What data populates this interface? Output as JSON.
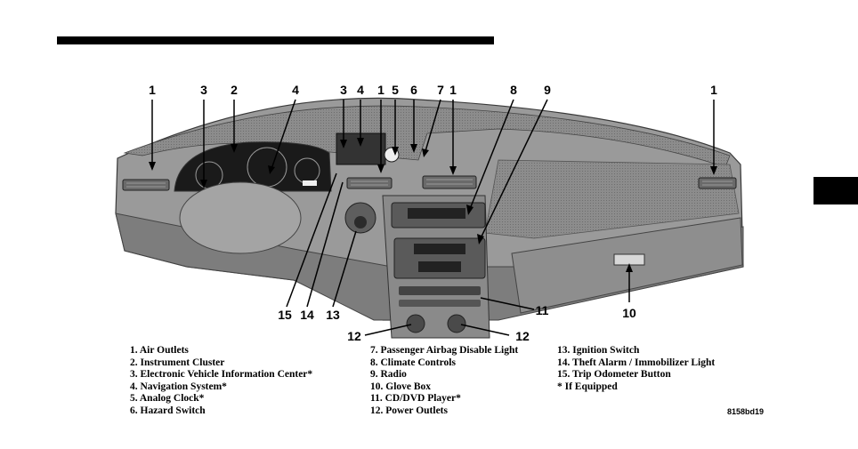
{
  "figure": {
    "callouts": [
      "1",
      "3",
      "2",
      "4",
      "3",
      "4",
      "1",
      "5",
      "6",
      "7",
      "1",
      "8",
      "9",
      "1",
      "15",
      "14",
      "13",
      "11",
      "10",
      "12",
      "12"
    ],
    "code": "8158bd19"
  },
  "legend": {
    "col1": [
      "1. Air Outlets",
      "2. Instrument Cluster",
      "3. Electronic Vehicle Information Center*",
      "4. Navigation System*",
      "5. Analog Clock*",
      "6. Hazard Switch"
    ],
    "col2": [
      "7. Passenger Airbag Disable Light",
      "8. Climate Controls",
      "9. Radio",
      "10. Glove Box",
      "11. CD/DVD Player*",
      "12. Power Outlets"
    ],
    "col3": [
      "13. Ignition Switch",
      "14. Theft Alarm / Immobilizer Light",
      "15. Trip Odometer Button",
      "* If Equipped"
    ]
  }
}
